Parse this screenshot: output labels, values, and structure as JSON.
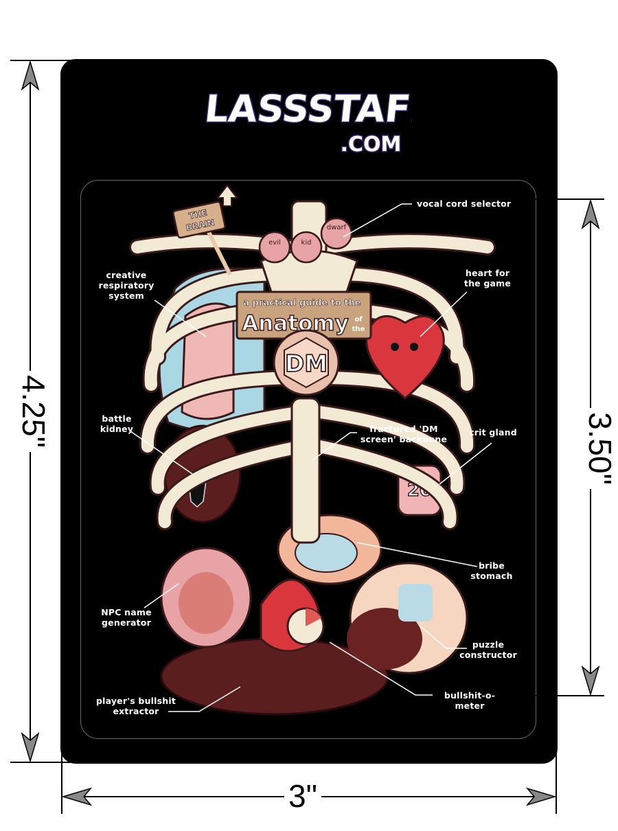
{
  "logo": {
    "brand": "GLASSSTAFF",
    "domain": ".COM"
  },
  "artwork": {
    "sign_line1": "a practical guide to the",
    "sign_line2": "Anatomy",
    "sign_of": "of",
    "sign_the": "the",
    "badge": "DM",
    "brain_sign_line1": "THE",
    "brain_sign_line2": "BRAIN",
    "voice_options": [
      "evil",
      "kid",
      "dwarf"
    ],
    "crit_die": "20"
  },
  "labels": {
    "vocal": "vocal cord selector",
    "respiratory": "creative\nrespiratory\nsystem",
    "heart": "heart for\nthe game",
    "kidney": "battle\nkidney",
    "backbone": "fractured 'DM\nscreen' backbone",
    "crit": "crit gland",
    "stomach": "bribe\nstomach",
    "npc": "NPC name\ngenerator",
    "puzzle": "puzzle\nconstructor",
    "meter": "bullshit-o-meter",
    "extractor": "player's bullshit\nextractor"
  },
  "dimensions": {
    "height": "4.25\"",
    "inner_height": "3.50\"",
    "width": "3\""
  },
  "colors": {
    "card": "#000000",
    "bone": "#f3ead6",
    "lung": "#a9d8e4",
    "heart": "#d9363e",
    "organ_pink": "#e7a3a6",
    "liver": "#5a1e1e",
    "logo_outline": "#3b2a7a"
  }
}
